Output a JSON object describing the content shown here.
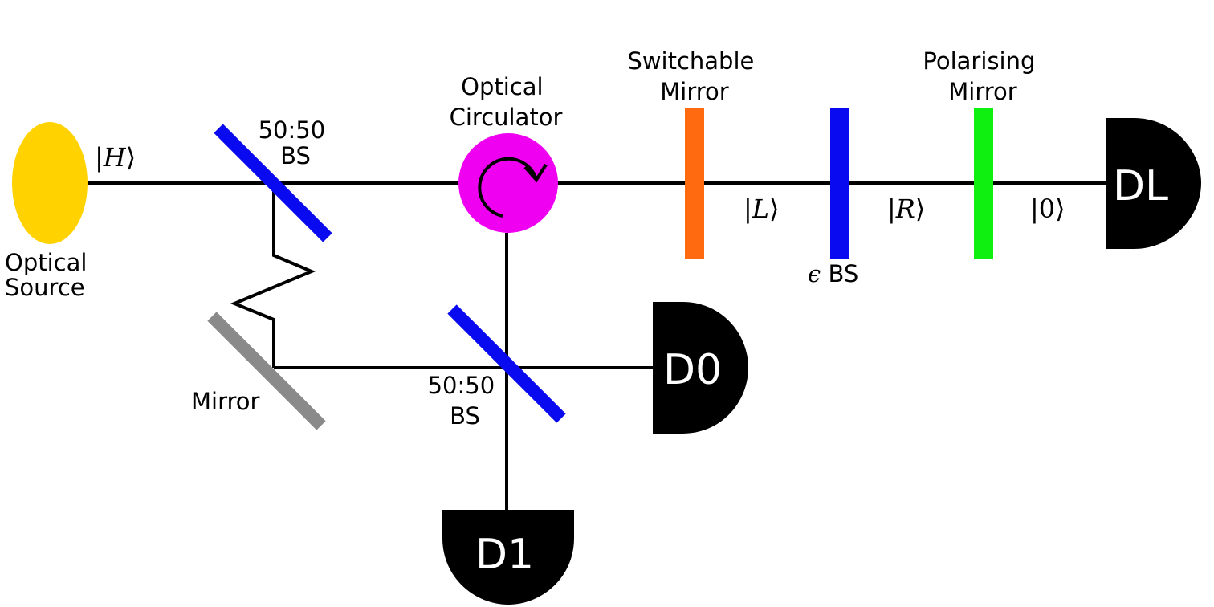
{
  "colors": {
    "source": "#FFD200",
    "beam_splitter": "#0A0AF0",
    "mirror": "#8A8A8A",
    "circulator": "#F000F0",
    "switchable_mirror": "#FF6A10",
    "polarising_mirror": "#10F010",
    "detector": "#000000",
    "beam": "#000000"
  },
  "labels": {
    "optical_source": [
      "Optical",
      "Source"
    ],
    "bs_top": [
      "50:50",
      "BS"
    ],
    "bs_bottom": [
      "50:50",
      "BS"
    ],
    "mirror": "Mirror",
    "circulator": [
      "Optical",
      "Circulator"
    ],
    "switchable_mirror": [
      "Switchable",
      "Mirror"
    ],
    "polarising_mirror": [
      "Polarising",
      "Mirror"
    ],
    "epsilon_bs": {
      "symbol": "ϵ",
      "text": " BS"
    }
  },
  "kets": {
    "h": {
      "open": "|",
      "sym": "H",
      "close": "⟩"
    },
    "l": {
      "open": "|",
      "sym": "L",
      "close": "⟩"
    },
    "r": {
      "open": "|",
      "sym": "R",
      "close": "⟩"
    },
    "zero": {
      "open": "|",
      "sym": "0",
      "close": "⟩"
    }
  },
  "detectors": {
    "dl": "DL",
    "d0": "D0",
    "d1": "D1"
  },
  "icons": {
    "circulator_arrow": "circular-arrow-icon"
  }
}
